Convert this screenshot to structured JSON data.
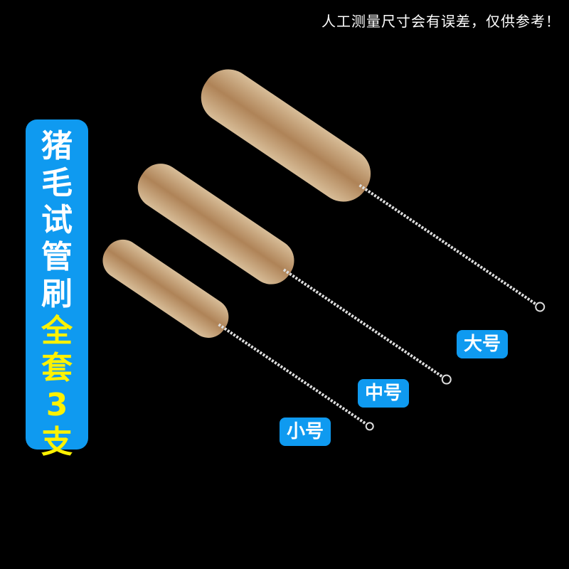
{
  "disclaimer": "人工测量尺寸会有误差，仅供参考！",
  "side_panel": {
    "title_chars": [
      "猪",
      "毛",
      "试",
      "管",
      "刷"
    ],
    "subtitle_chars": [
      "全",
      "套",
      "3",
      "支"
    ],
    "bg_color": "#0f9af0",
    "title_color": "#ffffff",
    "subtitle_color": "#fff200"
  },
  "labels": {
    "large": "大号",
    "medium": "中号",
    "small": "小号"
  },
  "colors": {
    "background": "#000000",
    "bristle": "#c9a27a",
    "wire": "#dddddd"
  }
}
